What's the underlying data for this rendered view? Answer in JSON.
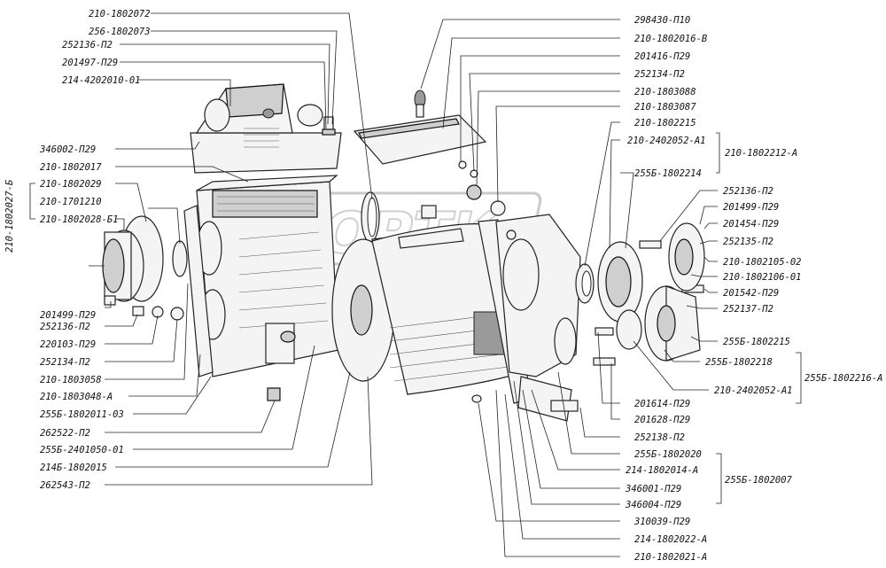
{
  "left_labels": [
    "210-1802072",
    "256-1802073",
    "252136-П2",
    "201497-П29",
    "214-4202010-01",
    "346002-П29",
    "210-1802017",
    "210-1802029",
    "210-1701210",
    "210-1802028-Б1",
    "201499-П29",
    "252136-П2",
    "220103-П29",
    "252134-П2",
    "210-1803058",
    "210-1803048-А",
    "255Б-1802011-03",
    "262522-П2",
    "255Б-2401050-01",
    "214Б-1802015",
    "262543-П2"
  ],
  "vertical_label": "210-1802027-Б",
  "right_labels": [
    "298430-П10",
    "210-1802016-В",
    "201416-П29",
    "252134-П2",
    "210-1803088",
    "210-1803087",
    "210-1802215",
    "210-2402052-А1",
    "255Б-1802214",
    "252136-П2",
    "201499-П29",
    "201454-П29",
    "252135-П2",
    "210-1802105-02",
    "210-1802106-01",
    "201542-П29",
    "252137-П2",
    "255Б-1802215",
    "255Б-1802218",
    "210-2402052-А1",
    "201614-П29",
    "201628-П29",
    "252138-П2",
    "255Б-1802020",
    "214-1802014-А",
    "346001-П29",
    "346004-П29",
    "310039-П29",
    "214-1802022-А",
    "210-1802021-А"
  ],
  "group_labels": [
    "210-1802212-А",
    "255Б-1802216-А",
    "255Б-1802007"
  ]
}
